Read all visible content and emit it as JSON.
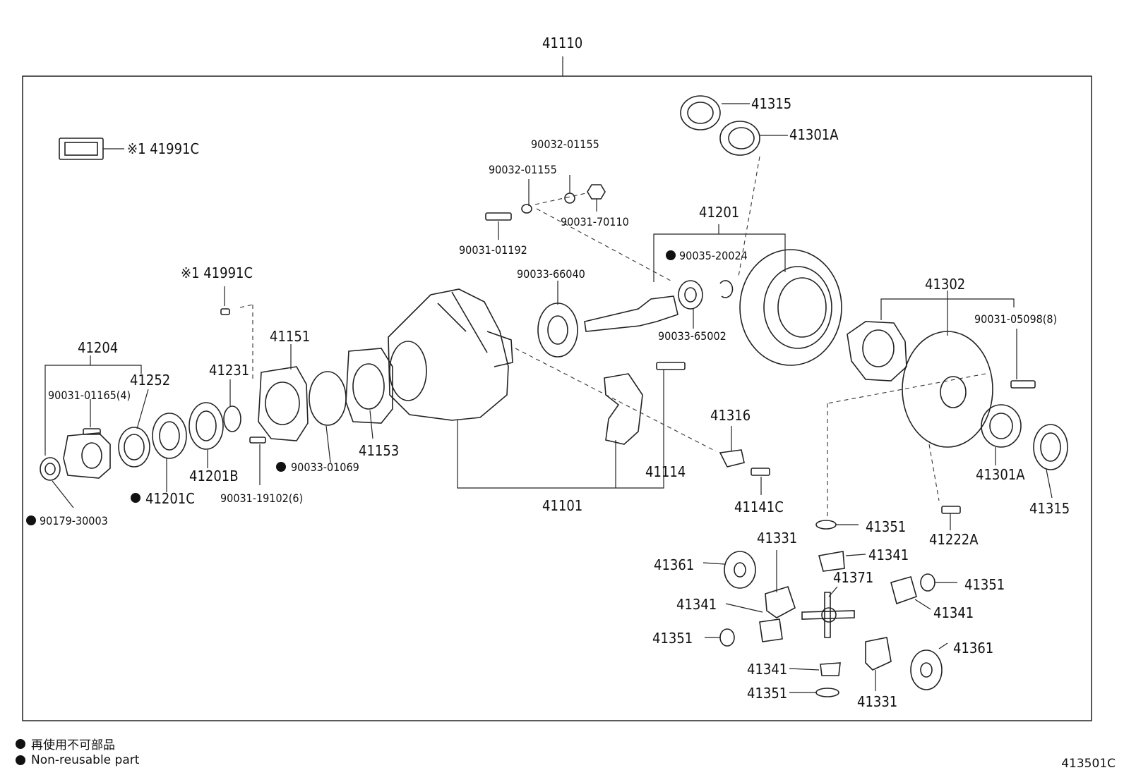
{
  "diagram": {
    "top_label": "41110",
    "callouts": {
      "c41315a": "41315",
      "c41301Aa": "41301A",
      "c41991Ca": "※1 41991C",
      "c90032a": "90032-01155",
      "c90032b": "90032-01155",
      "c90031_70110": "90031-70110",
      "c90031_01192": "90031-01192",
      "c41201": "41201",
      "c90035": "90035-20024",
      "c90033_66040": "90033-66040",
      "c90033_65002": "90033-65002",
      "c41991Cb": "※1 41991C",
      "c41151": "41151",
      "c41204": "41204",
      "c41252": "41252",
      "c41231": "41231",
      "c90031_01165": "90031-01165(4)",
      "c41153": "41153",
      "c90033_01069": "90033-01069",
      "c41201B": "41201B",
      "c41201C": "41201C",
      "c90031_19102": "90031-19102(6)",
      "c90179": "90179-30003",
      "c41114": "41114",
      "c41101": "41101",
      "c41316": "41316",
      "c41141C": "41141C",
      "c41302": "41302",
      "c90031_05098": "90031-05098(8)",
      "c41301Ab": "41301A",
      "c41315b": "41315",
      "c41222A": "41222A",
      "c41351a": "41351",
      "c41331a": "41331",
      "c41341a": "41341",
      "c41361a": "41361",
      "c41371": "41371",
      "c41351b": "41351",
      "c41341b": "41341",
      "c41341c": "41341",
      "c41351c": "41351",
      "c41361b": "41361",
      "c41341d": "41341",
      "c41351d": "41351",
      "c41331b": "41331"
    }
  },
  "legend": {
    "line_ja": "再使用不可部品",
    "line_en": "Non-reusable part"
  },
  "figure_id": "413501C"
}
